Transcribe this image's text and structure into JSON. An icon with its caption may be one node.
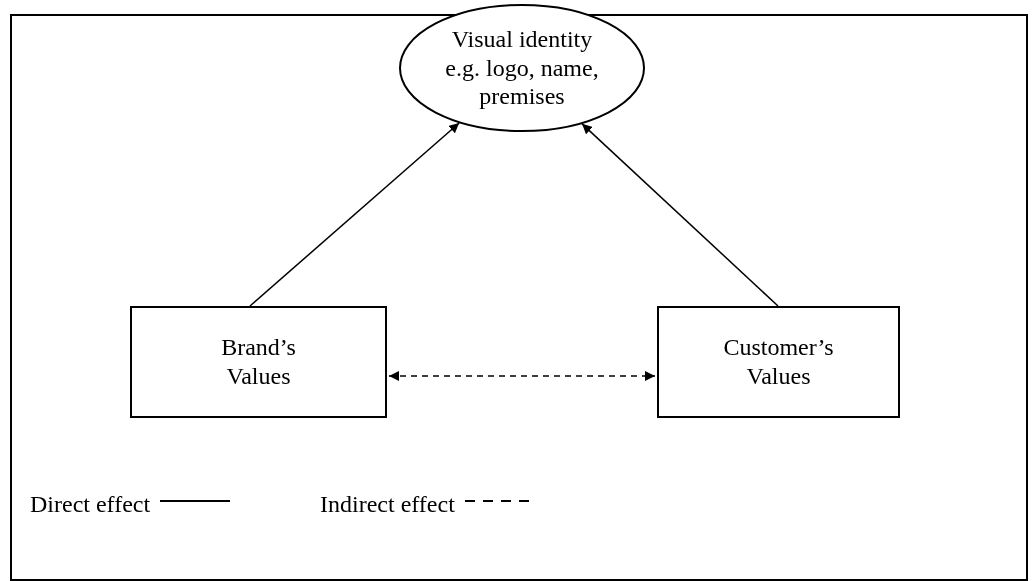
{
  "diagram": {
    "nodes": [
      {
        "text": [
          "Visual identity e.g. logo, name, premises"
        ]
      },
      {
        "text": [
          "Brand’s Values"
        ]
      },
      {
        "text": [
          "Customer’s Values"
        ]
      }
    ],
    "edges": [
      {
        "from": 1,
        "to": 0,
        "arrow": "to"
      },
      {
        "from": 2,
        "to": 0,
        "arrow": "to"
      },
      {
        "from": 1,
        "to": 2,
        "arrow": "both",
        "style": "dashed"
      }
    ],
    "legend": [
      {
        "text": "Direct effect"
      },
      {
        "text": "Indirect effect"
      }
    ]
  }
}
